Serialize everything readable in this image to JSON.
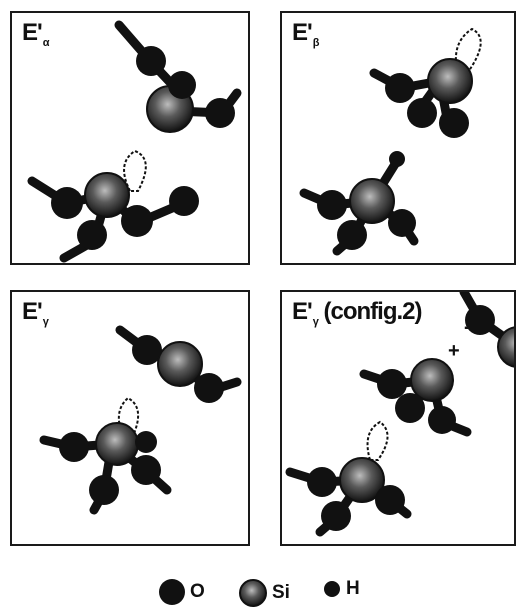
{
  "panels": [
    {
      "label": "E'",
      "subscript": "α"
    },
    {
      "label": "E'",
      "subscript": "β"
    },
    {
      "label": "E'",
      "subscript": "γ"
    },
    {
      "label": "E'",
      "subscript": "γ",
      "suffix": " (config.2)"
    }
  ],
  "charges": {
    "positive": "+",
    "negative": "-"
  },
  "legend": [
    {
      "symbol": "O",
      "icon": "oxygen-atom-icon"
    },
    {
      "symbol": "Si",
      "icon": "silicon-atom-icon"
    },
    {
      "symbol": "H",
      "icon": "hydrogen-atom-icon"
    }
  ]
}
